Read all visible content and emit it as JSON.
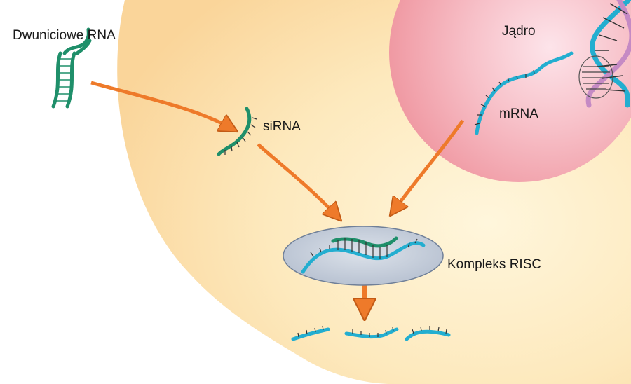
{
  "diagram": {
    "labels": {
      "dsrna": "Dwuniciowe RNA",
      "sirna": "siRNA",
      "nucleus": "Jądro",
      "mrna": "mRNA",
      "risc": "Kompleks RISC"
    },
    "colors": {
      "cytoplasm_inner": "#fdebc0",
      "cytoplasm_outer": "#fbdba0",
      "nucleus": "#f2a1a8",
      "nucleus_highlight": "#fde4ea",
      "risc_fill": "#c3ccdb",
      "risc_stroke": "#6f7f98",
      "sirna_strand": "#1f8f6a",
      "mrna_strand": "#23aed0",
      "arrow": "#ee7a2a",
      "dna_purple": "#c58ac4"
    }
  }
}
